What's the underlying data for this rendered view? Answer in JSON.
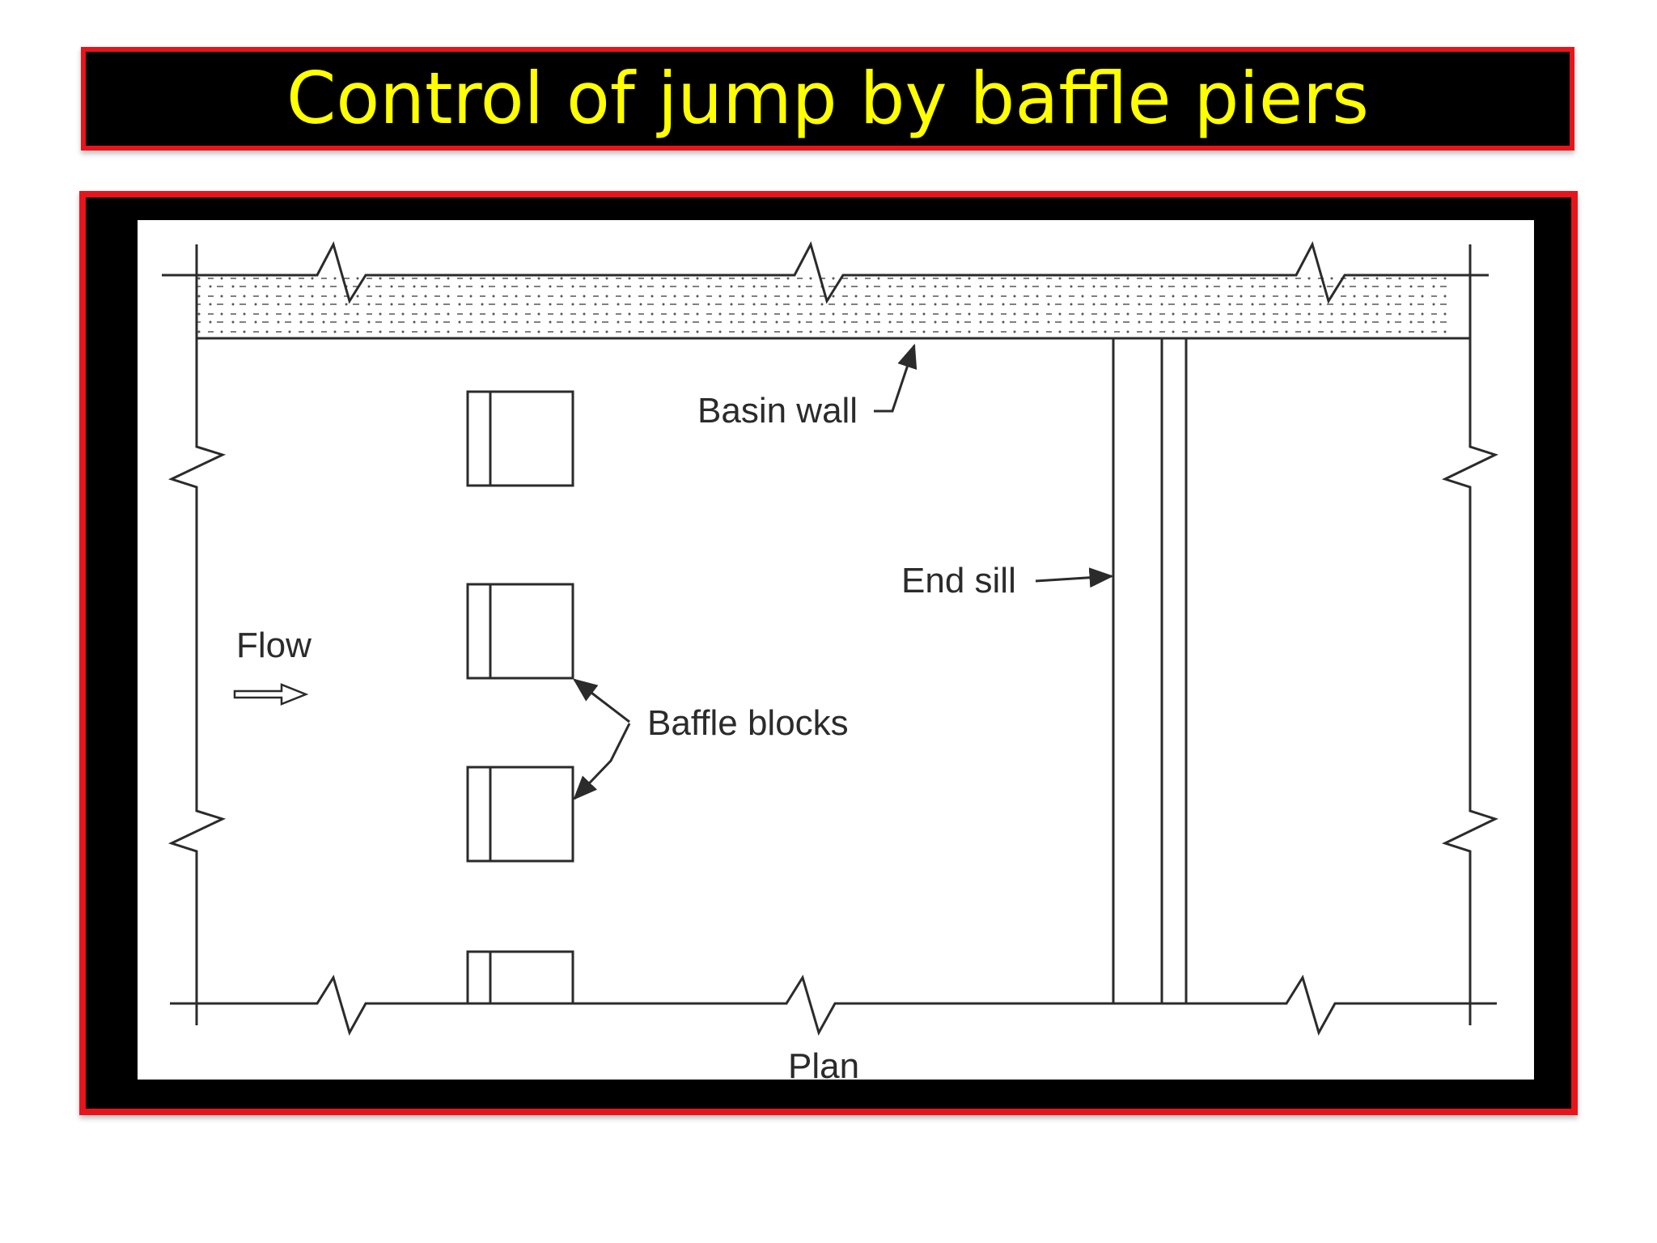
{
  "slide": {
    "title": "Control of jump by baffle piers"
  },
  "diagram": {
    "labels": {
      "basin_wall": "Basin wall",
      "end_sill": "End sill",
      "flow": "Flow",
      "baffle_blocks": "Baffle blocks",
      "plan": "Plan"
    }
  },
  "colors": {
    "title_text": "#ffff00",
    "frame_border": "#e8141b",
    "frame_fill": "#000000",
    "line": "#2b2b2b"
  }
}
